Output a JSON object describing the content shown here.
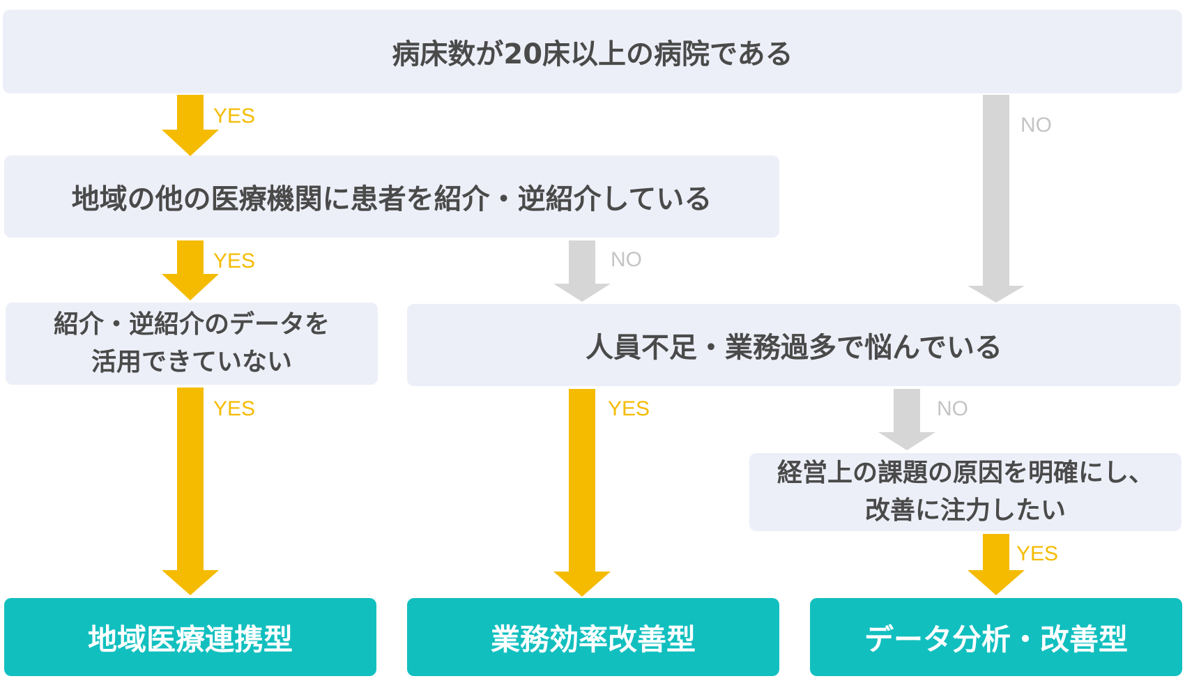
{
  "questions": {
    "q1": "病床数が20床以上の病院である",
    "q2": "地域の他の医療機関に患者を紹介・逆紹介している",
    "q3_line1": "紹介・逆紹介のデータを",
    "q3_line2": "活用できていない",
    "q4": "人員不足・業務過多で悩んでいる",
    "q5_line1": "経営上の課題の原因を明確にし、",
    "q5_line2": "改善に注力したい"
  },
  "results": {
    "r1": "地域医療連携型",
    "r2": "業務効率改善型",
    "r3": "データ分析・改善型"
  },
  "labels": {
    "yes": "YES",
    "no": "NO"
  },
  "colors": {
    "yes_arrow": "#f5bb00",
    "no_arrow": "#d6d6d6",
    "question_bg": "#edeff8",
    "result_bg": "#12bfbf"
  }
}
